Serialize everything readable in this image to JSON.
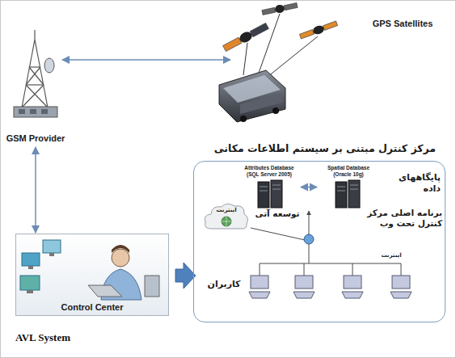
{
  "diagram": {
    "caption": "AVL System",
    "nodes": [
      {
        "text": [
          "GPS Satellites"
        ]
      },
      {
        "text": [
          "GSM Provider"
        ]
      },
      {
        "text": [
          "Control Center"
        ]
      },
      {
        "text": [
          "مرکز کنترل مبتنی بر سیستم اطلاعات مکانی"
        ]
      },
      {
        "text": [
          "Attributes Database (SQL Server 2005)"
        ],
        "in": 3
      },
      {
        "text": [
          "Spatial Database (Oracle 10g)"
        ],
        "in": 3
      },
      {
        "text": [
          "اینترنت"
        ],
        "in": 3
      }
    ],
    "edges": [
      {
        "from": 1,
        "to": 2,
        "arrow": "both"
      },
      {
        "from": 4,
        "to": 5,
        "arrow": "both"
      }
    ],
    "labels": [
      "پایگاههای داده",
      "برنامه اصلی مرکز کنترل تحت وب",
      "توسعه آتی",
      "کاربران",
      "اینترنت"
    ]
  }
}
